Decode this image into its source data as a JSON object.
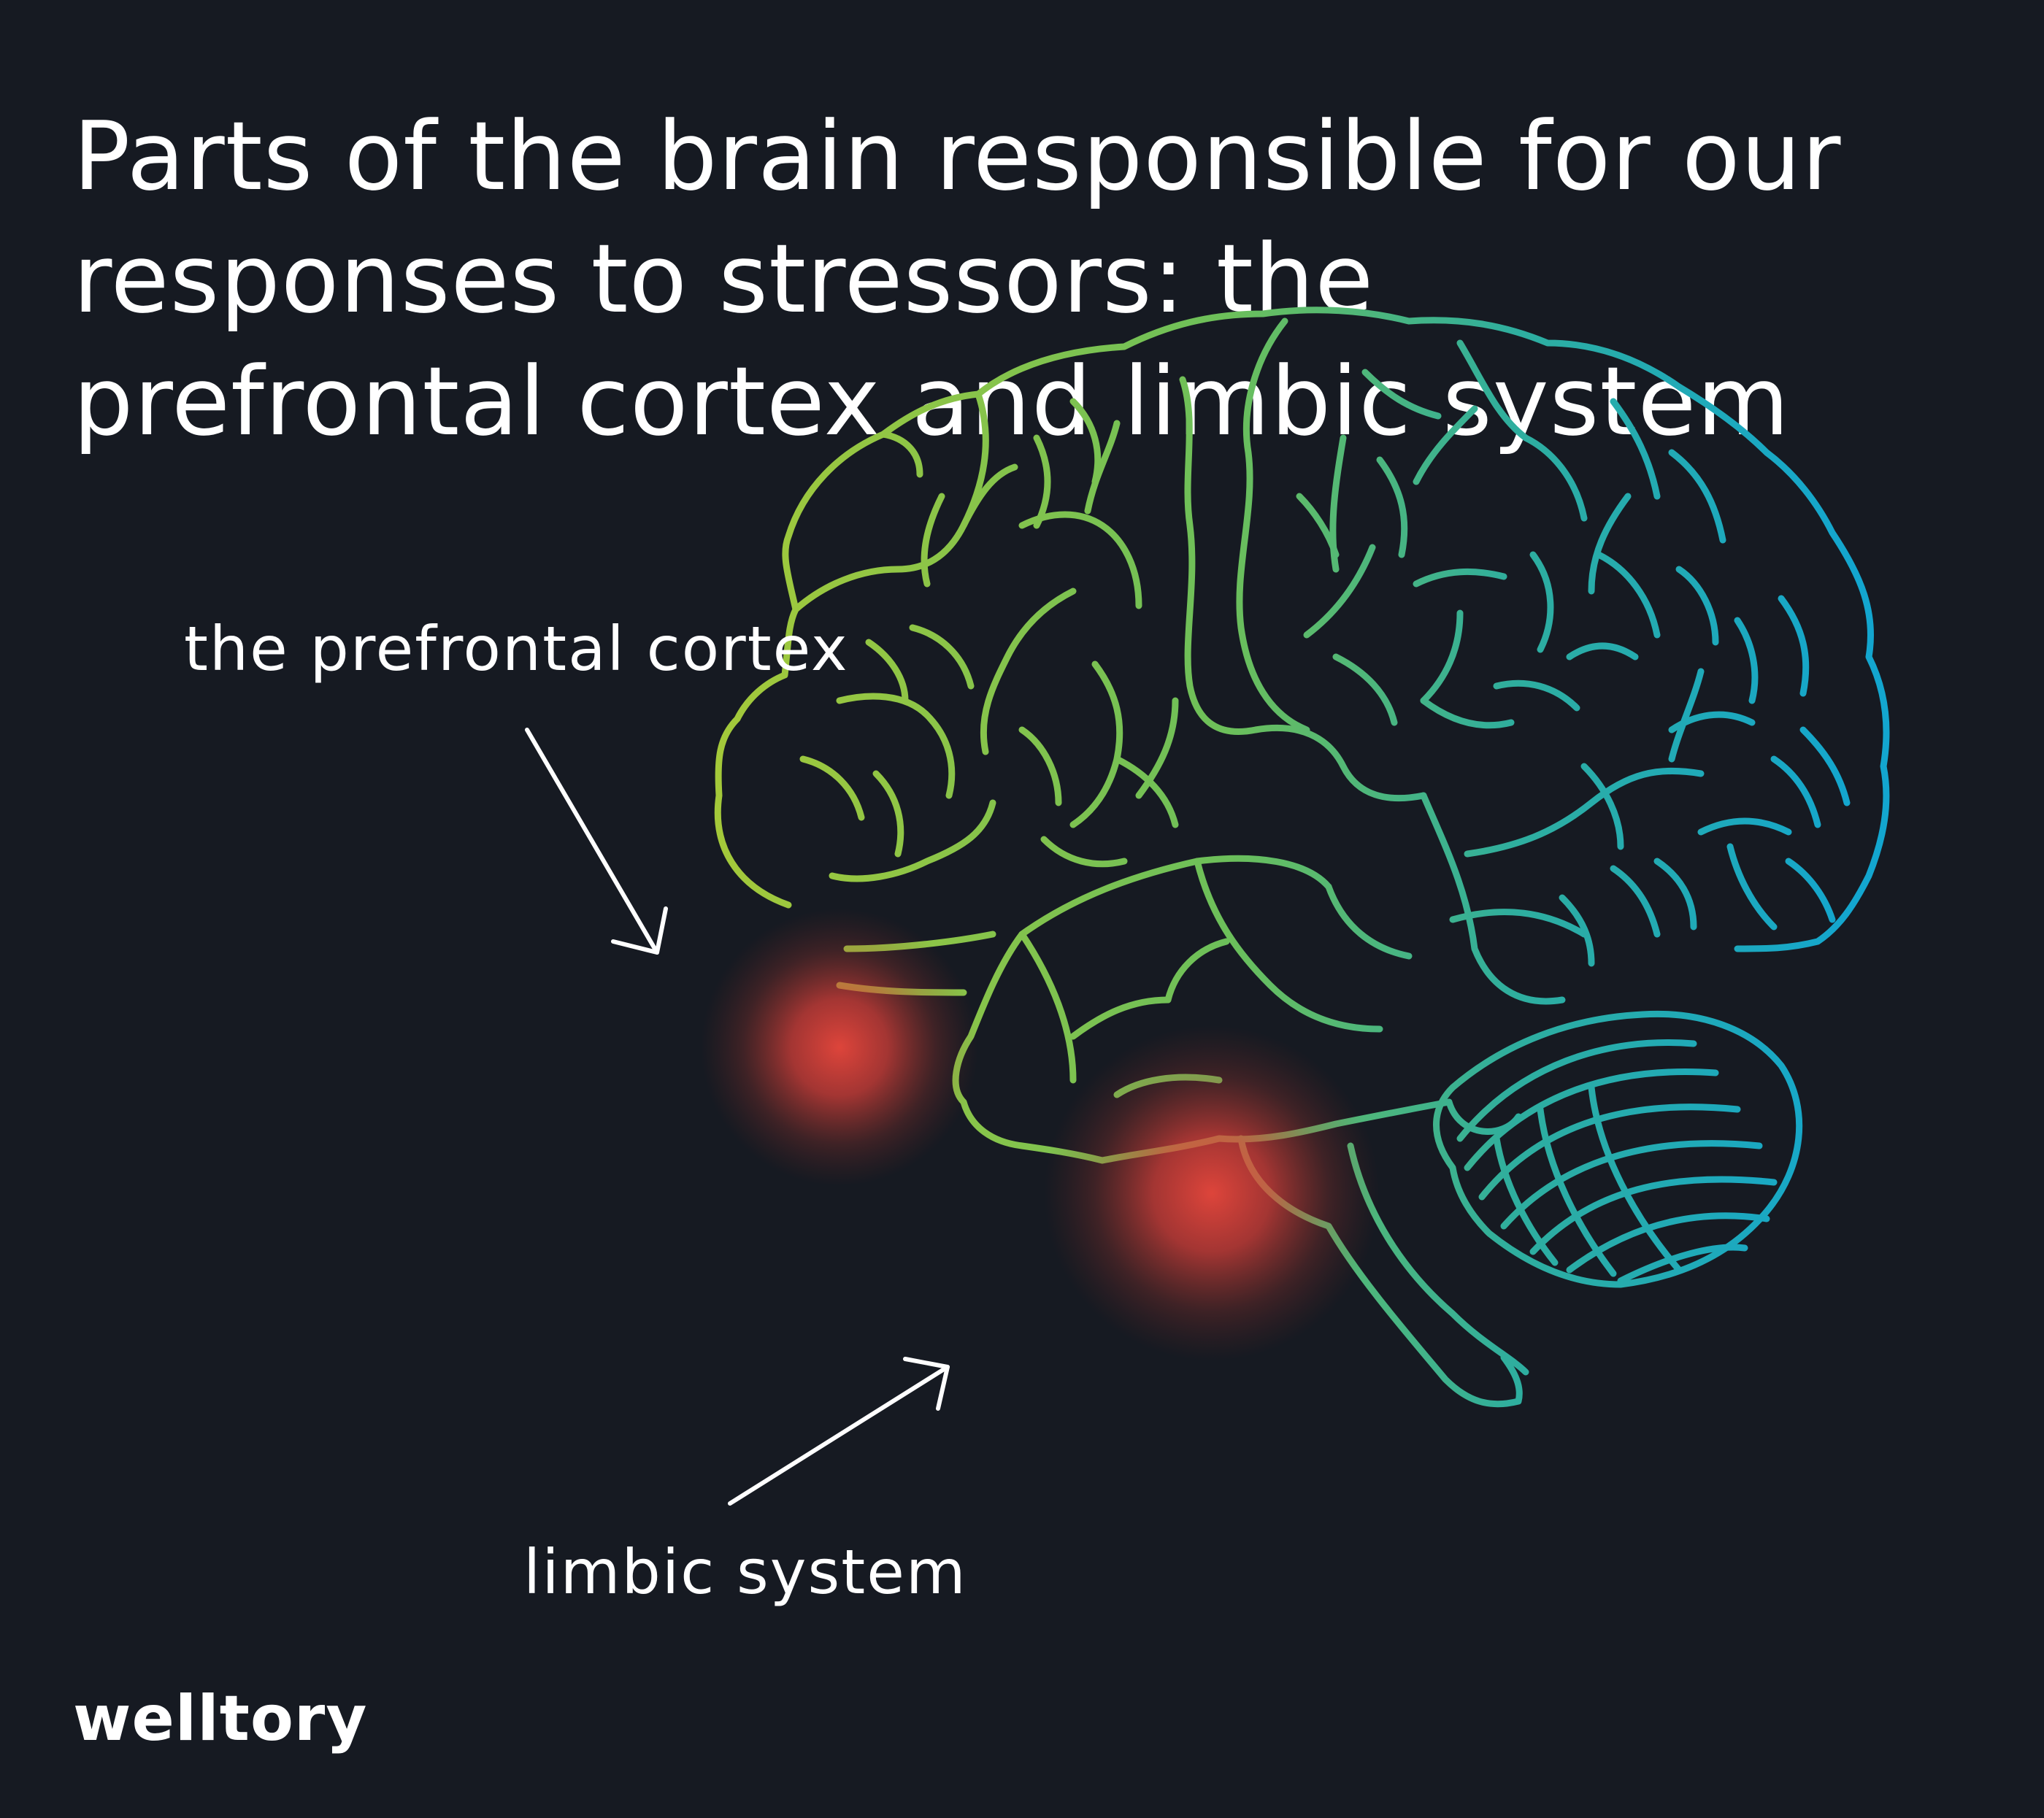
{
  "title_lines": [
    "Parts of the brain responsible for our",
    "responses to stressors: the",
    "prefrontal cortex and limbic system"
  ],
  "labels": {
    "prefrontal_cortex": "the prefrontal cortex",
    "limbic_system": "limbic system"
  },
  "brand": "welltory",
  "colors": {
    "background": "#161a22",
    "text": "#ffffff",
    "brain_gradient_start": "#a4c93a",
    "brain_gradient_end": "#13a6cf",
    "highlight": "#e8473c"
  }
}
